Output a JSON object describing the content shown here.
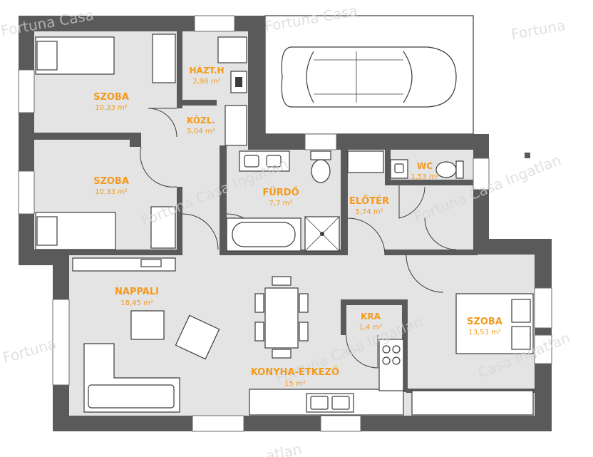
{
  "rooms": [
    {
      "name": "SZOBA",
      "area": "10,33 m²"
    },
    {
      "name": "HÁZT.H",
      "area": "2,98 m²"
    },
    {
      "name": "KÖZL.",
      "area": "5,04 m²"
    },
    {
      "name": "SZOBA",
      "area": "10,33 m²"
    },
    {
      "name": "FÜRDŐ",
      "area": "7,7 m²"
    },
    {
      "name": "ELŐTÉR",
      "area": "5,74 m²"
    },
    {
      "name": "WC",
      "area": "1,53 m²"
    },
    {
      "name": "NAPPALI",
      "area": "18,45 m²"
    },
    {
      "name": "KRA",
      "area": "1,4 m²"
    },
    {
      "name": "SZOBA",
      "area": "13,53 m²"
    },
    {
      "name": "KONYHA-ÉTKEZŐ",
      "area": "15 m²"
    }
  ],
  "watermark": {
    "text": "Fortuna Casa Ingatlan",
    "fragment_top_left": "Fortuna Casa",
    "fragment_top": "Fortuna Casa",
    "fragment_right": "Fortuna",
    "fragment_bottom": "atlan",
    "fragment_left": "Fortuna",
    "fragment_right_low": "Casa Ingatlan"
  },
  "colors": {
    "wall": "#5a5a5a",
    "floor": "#e4e4e4",
    "label": "#f39a1e",
    "watermark": "#d4d4d4"
  }
}
